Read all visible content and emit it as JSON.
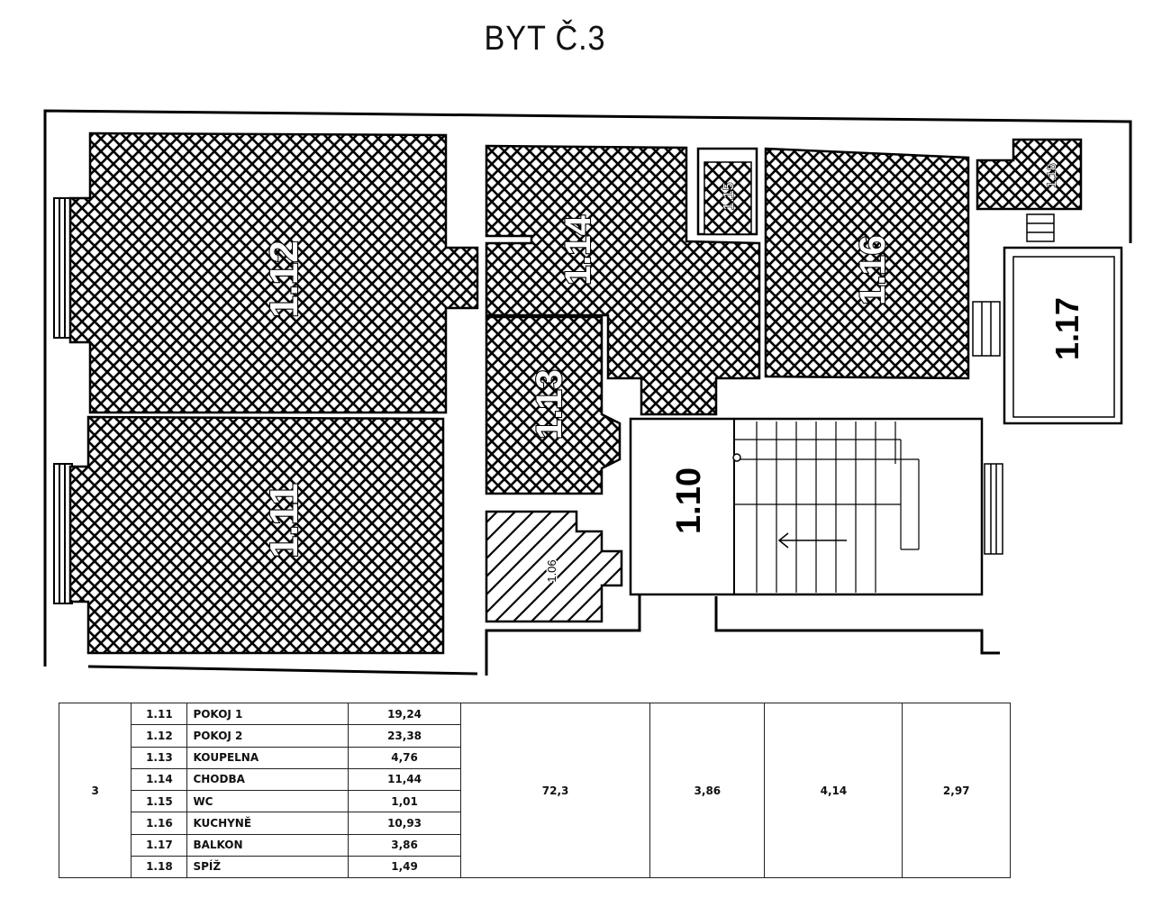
{
  "title": "BYT Č.3",
  "plan_labels": {
    "r_1_11": "1.11",
    "r_1_12": "1.12",
    "r_1_13": "1.13",
    "r_1_14": "1.14",
    "r_1_15": "1.15",
    "r_1_16": "1.16",
    "r_1_17": "1.17",
    "r_1_18": "1.18",
    "r_1_10": "1.10",
    "r_1_06": "1.06"
  },
  "table": {
    "apartment": "3",
    "rows": [
      {
        "num": "1.11",
        "name": "POKOJ 1",
        "area": "19,24"
      },
      {
        "num": "1.12",
        "name": "POKOJ 2",
        "area": "23,38"
      },
      {
        "num": "1.13",
        "name": "KOUPELNA",
        "area": "4,76"
      },
      {
        "num": "1.14",
        "name": "CHODBA",
        "area": "11,44"
      },
      {
        "num": "1.15",
        "name": "WC",
        "area": "1,01"
      },
      {
        "num": "1.16",
        "name": "KUCHYNĚ",
        "area": "10,93"
      },
      {
        "num": "1.17",
        "name": "BALKON",
        "area": "3,86"
      },
      {
        "num": "1.18",
        "name": "SPÍŽ",
        "area": "1,49"
      }
    ],
    "total": "72,3",
    "col_b": "3,86",
    "col_c": "4,14",
    "col_d": "2,97"
  }
}
